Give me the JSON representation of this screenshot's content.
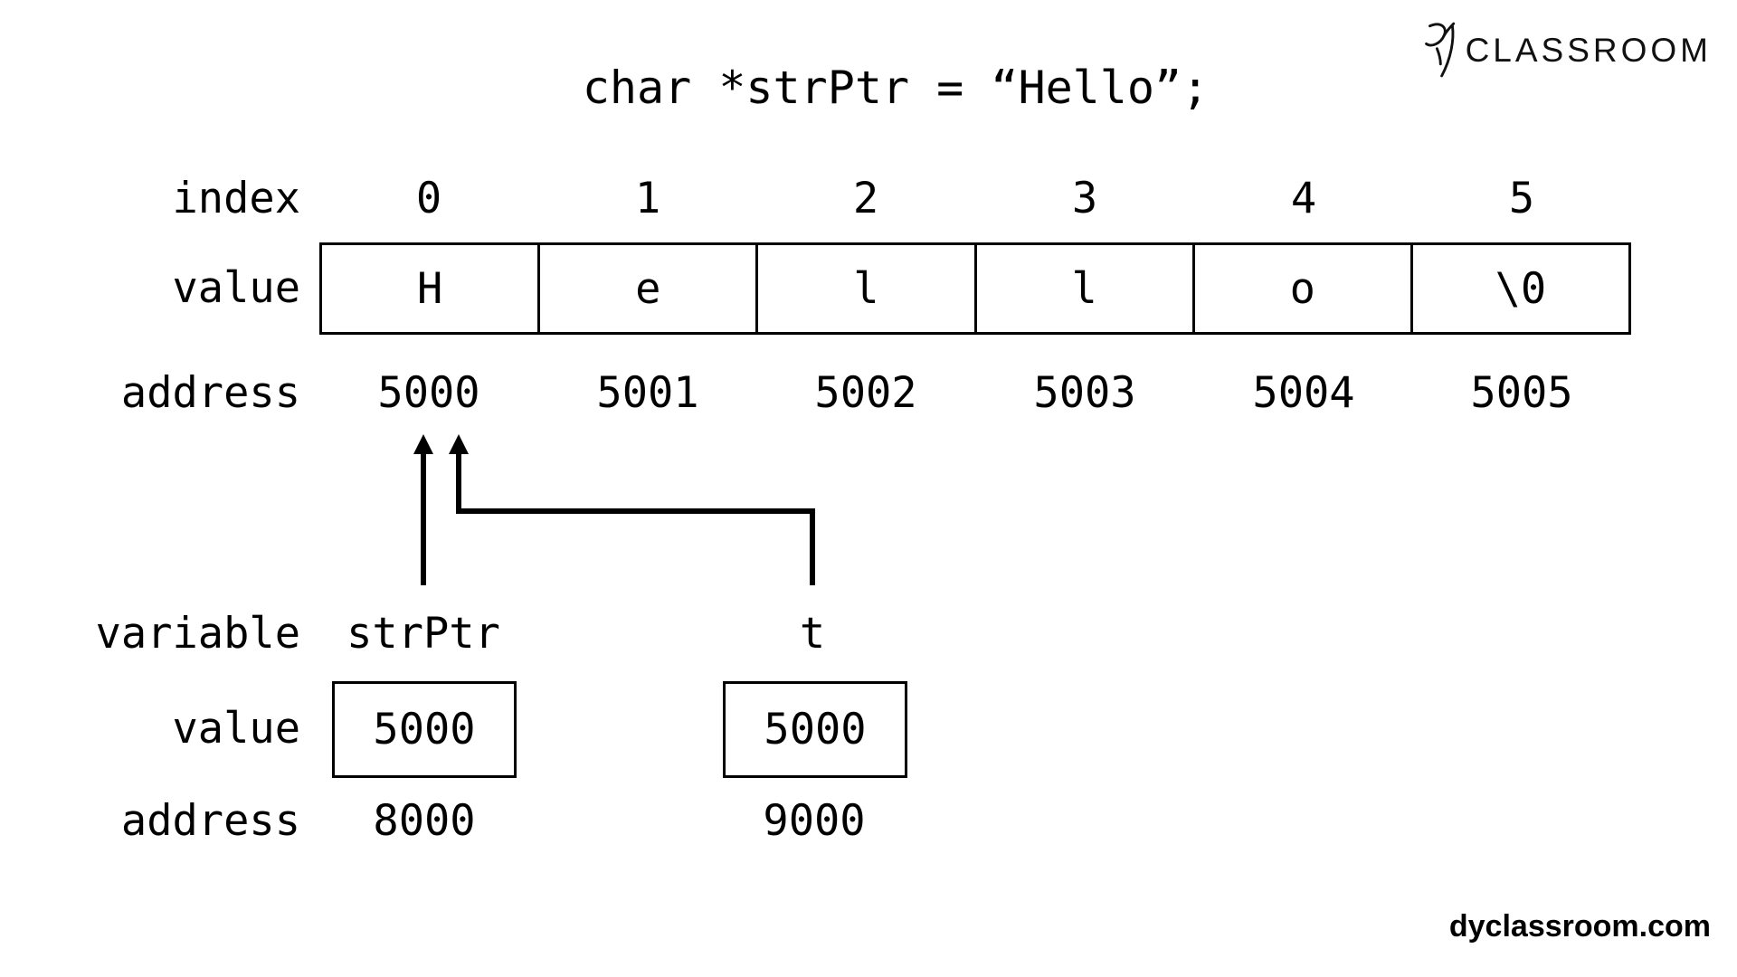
{
  "code_line": "char *strPtr = “Hello”;",
  "logo": {
    "brand": "CLASSROOM"
  },
  "memory_array": {
    "row_labels": {
      "index": "index",
      "value": "value",
      "address": "address"
    },
    "cells": [
      {
        "index": "0",
        "value": "H",
        "address": "5000"
      },
      {
        "index": "1",
        "value": "e",
        "address": "5001"
      },
      {
        "index": "2",
        "value": "l",
        "address": "5002"
      },
      {
        "index": "3",
        "value": "l",
        "address": "5003"
      },
      {
        "index": "4",
        "value": "o",
        "address": "5004"
      },
      {
        "index": "5",
        "value": "\\0",
        "address": "5005"
      }
    ]
  },
  "pointer_vars": {
    "row_labels": {
      "variable": "variable",
      "value": "value",
      "address": "address"
    },
    "vars": [
      {
        "name": "strPtr",
        "value": "5000",
        "address": "8000"
      },
      {
        "name": "t",
        "value": "5000",
        "address": "9000"
      }
    ]
  },
  "watermark": "dyclassroom.com",
  "colors": {
    "ink": "#000000",
    "background": "#ffffff"
  }
}
